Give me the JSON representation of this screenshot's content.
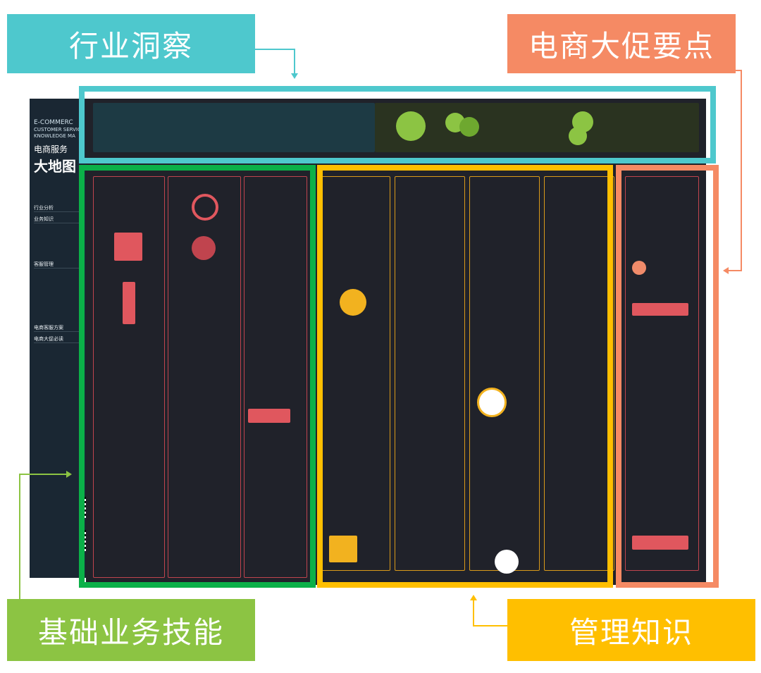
{
  "labels": {
    "industry_insight": "行业洞察",
    "promo_points": "电商大促要点",
    "basic_skills": "基础业务技能",
    "management": "管理知识"
  },
  "poster": {
    "en_title_1": "E-COMMERC",
    "en_title_2": "CUSTOMER SERVIC",
    "en_title_3": "KNOWLEDGE MA",
    "cn_title_small": "电商服务",
    "cn_title_big": "大地图",
    "nav": [
      "行业分析",
      "业务知识",
      "客服管理",
      "电商客服方案",
      "电商大促必读"
    ]
  },
  "colors": {
    "teal": "#4ec8cd",
    "coral": "#f58a64",
    "green": "#0bb048",
    "lime": "#8cc443",
    "gold": "#ffbf00"
  }
}
